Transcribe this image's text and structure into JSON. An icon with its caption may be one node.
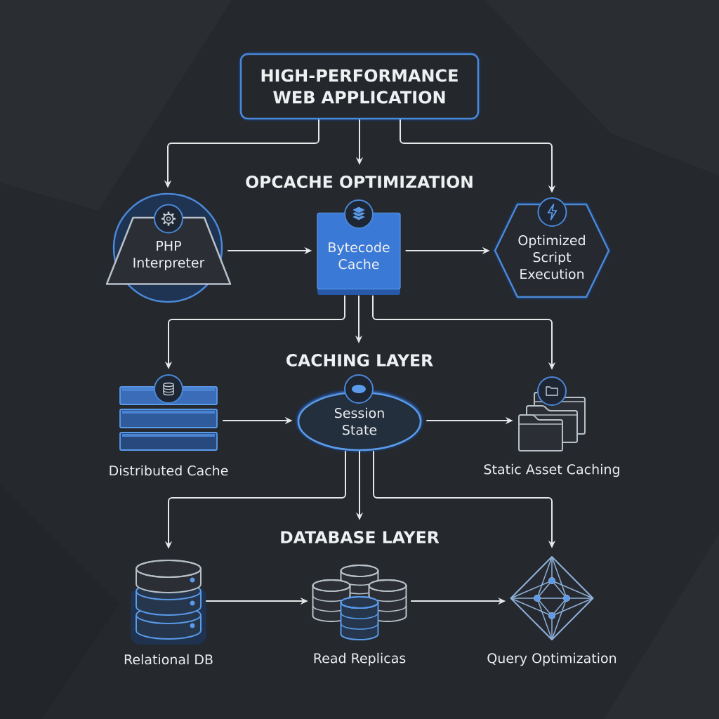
{
  "diagram": {
    "nodes": [
      {
        "text": [
          "HIGH-PERFORMANCE WEB APPLICATION"
        ]
      },
      {
        "text": [
          "OPCACHE OPTIMIZATION"
        ]
      },
      {
        "text": [
          "PHP Interpreter"
        ]
      },
      {
        "text": [
          "Bytecode Cache"
        ]
      },
      {
        "text": [
          "Optimized Script Execution"
        ]
      },
      {
        "text": [
          "CACHING LAYER"
        ]
      },
      {
        "text": [
          "Distributed Cache"
        ]
      },
      {
        "text": [
          "Session State"
        ]
      },
      {
        "text": [
          "Static Asset Caching"
        ]
      },
      {
        "text": [
          "DATABASE LAYER"
        ]
      },
      {
        "text": [
          "Relational DB"
        ]
      },
      {
        "text": [
          "Read Replicas"
        ]
      },
      {
        "text": [
          "Query Optimization"
        ]
      }
    ],
    "edges": [
      {
        "from": 0,
        "to": 2,
        "arrow": "to"
      },
      {
        "from": 0,
        "to": 1,
        "arrow": "to"
      },
      {
        "from": 0,
        "to": 4,
        "arrow": "to"
      },
      {
        "from": 2,
        "to": 3,
        "arrow": "to"
      },
      {
        "from": 3,
        "to": 4,
        "arrow": "to"
      },
      {
        "from": 3,
        "to": 6,
        "arrow": "to"
      },
      {
        "from": 3,
        "to": 5,
        "arrow": "to"
      },
      {
        "from": 3,
        "to": 8,
        "arrow": "to"
      },
      {
        "from": 6,
        "to": 7,
        "arrow": "to"
      },
      {
        "from": 7,
        "to": 8,
        "arrow": "to"
      },
      {
        "from": 7,
        "to": 10,
        "arrow": "to"
      },
      {
        "from": 7,
        "to": 9,
        "arrow": "to"
      },
      {
        "from": 7,
        "to": 12,
        "arrow": "to"
      },
      {
        "from": 10,
        "to": 11,
        "arrow": "to"
      },
      {
        "from": 11,
        "to": 12,
        "arrow": "to"
      }
    ]
  }
}
